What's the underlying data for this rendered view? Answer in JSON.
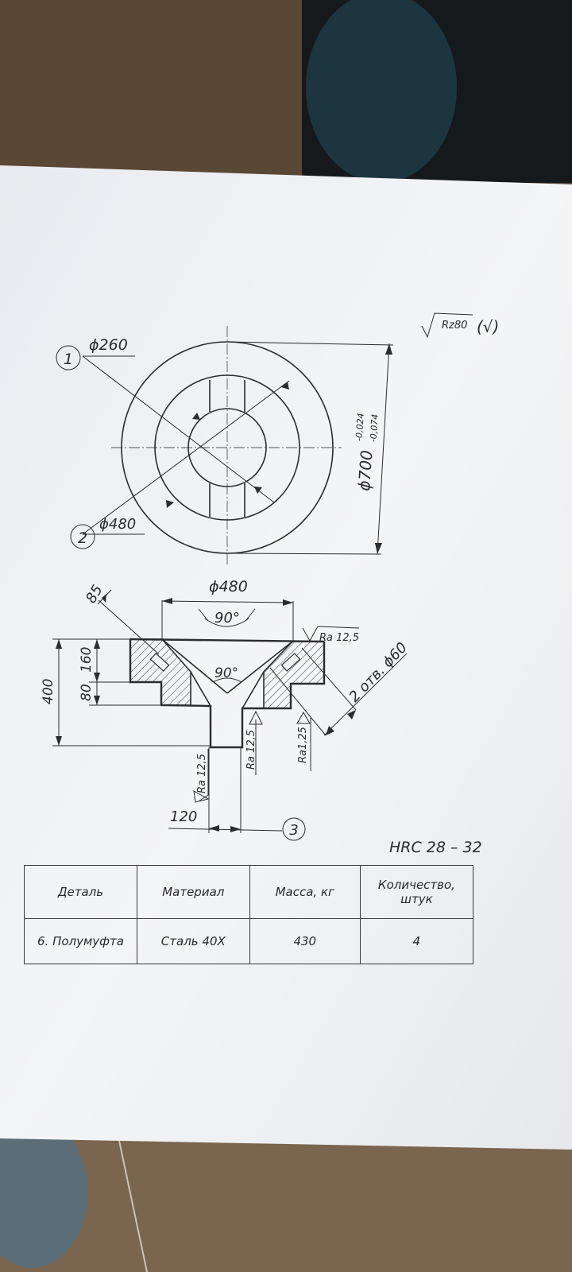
{
  "top_view": {
    "label_inner_dia": "ϕ260",
    "label_mid_dia": "ϕ480",
    "label_outer_dia": "ϕ700",
    "outer_tol_upper": "-0,024",
    "outer_tol_lower": "-0,074",
    "callout_1": "1",
    "callout_2": "2"
  },
  "roughness_general": {
    "symbol_value": "Rz80",
    "paren": "(√)"
  },
  "section_view": {
    "dim_top_dia": "ϕ480",
    "dim_chamfer": "85",
    "angle_top": "90°",
    "angle_inner": "90°",
    "dim_400": "400",
    "dim_160": "160",
    "dim_80": "80",
    "dim_120": "120",
    "holes_note": "2 отв. ϕ60",
    "ra_top": "Ra 12,5",
    "ra_bore": "Ra 12,5",
    "ra_right": "Ra1,25",
    "ra_hub": "Ra 12,5",
    "callout_3": "3"
  },
  "hardness": "HRC 28 – 32",
  "table": {
    "headers": [
      "Деталь",
      "Материал",
      "Масса, кг",
      "Количество, штук"
    ],
    "rows": [
      [
        "6. Полумуфта",
        "Сталь 40Х",
        "430",
        "4"
      ]
    ]
  }
}
